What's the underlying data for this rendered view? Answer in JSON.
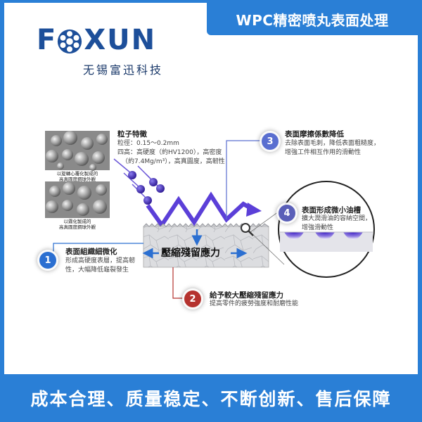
{
  "header": {
    "title": "WPC精密喷丸表面处理"
  },
  "logo": {
    "word_left": "F",
    "word_right": "XUN",
    "subtitle": "无锡富迅科技"
  },
  "particles": {
    "heading": "粒子特徵",
    "lines": [
      "粒徑：0.15～0.2mm",
      "四高：高硬度（約HV1200），高密度",
      "（約7.4Mg/m³），高真圓度，高韌性"
    ],
    "photo1_caption": [
      "以旋轉心覆化製成的",
      "高真圓度鋼球外觀"
    ],
    "photo2_caption": [
      "以霧化製成的",
      "高真圓度鋼球外觀"
    ]
  },
  "point1": {
    "number": "1",
    "heading": "表面組織細微化",
    "lines": [
      "形成高硬度表層，提高韌",
      "性，大幅降低龜裂發生"
    ]
  },
  "point2": {
    "number": "2",
    "heading": "給予較大壓縮殘留應力",
    "lines": [
      "提高零件的疲勞強度和耐磨性能"
    ]
  },
  "point3": {
    "number": "3",
    "heading": "表面摩擦係數降低",
    "lines": [
      "去除表面毛刺，降低表面粗糙度，",
      "增強工件相互作用的滑動性"
    ]
  },
  "point4": {
    "number": "4",
    "heading": "表面形成微小油槽",
    "lines": [
      "擴大潤滑油的容納空間，",
      "增強滑動性"
    ]
  },
  "center_label": "壓縮殘留應力",
  "footer": {
    "slogan": "成本合理、质量稳定、不断创新、售后保障"
  },
  "colors": {
    "brand_blue": "#2a7fd6",
    "logo_blue": "#1d4f9a",
    "badge_blue": "#2b6fd1",
    "badge_purple": "#5a5fb8",
    "badge_red": "#b5322e",
    "shot_purple": "#4a2bb0"
  }
}
